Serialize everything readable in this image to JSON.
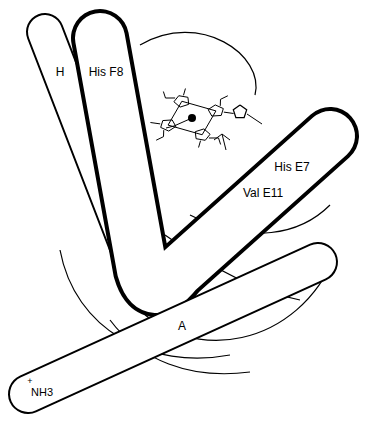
{
  "diagram": {
    "labels": [
      "H",
      "His F8",
      "His E7",
      "Val E11",
      "A",
      "+",
      "NH3"
    ]
  }
}
